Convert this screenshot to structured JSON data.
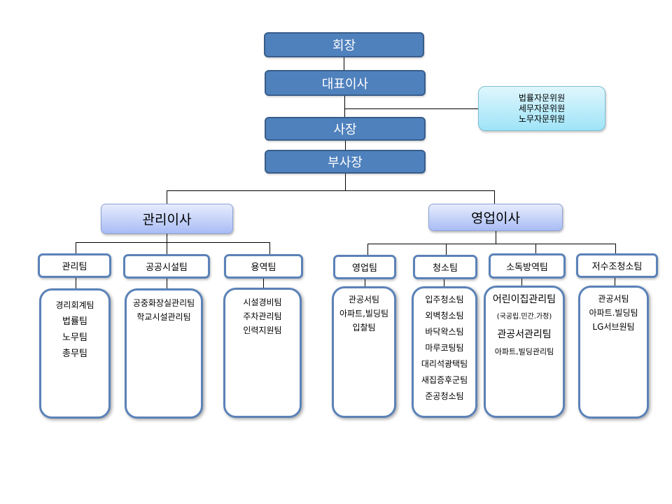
{
  "chart": {
    "executives": {
      "chairman": "회장",
      "ceo": "대표이사",
      "president": "사장",
      "vice_president": "부사장"
    },
    "advisors": [
      "법률자문위원",
      "세무자문위원",
      "노무자문위원"
    ],
    "directors": {
      "management": "관리이사",
      "sales": "영업이사"
    },
    "teams": [
      {
        "name": "관리팀",
        "subteams": [
          "경리회계팀",
          "법률팀",
          "노무팀",
          "총무팀"
        ]
      },
      {
        "name": "공공시설팀",
        "subteams": [
          "공중화장실관리팀",
          "학교시설관리팀"
        ]
      },
      {
        "name": "용역팀",
        "subteams": [
          "시설경비팀",
          "주차관리팀",
          "인력지원팀"
        ]
      },
      {
        "name": "영업팀",
        "subteams": [
          "관공서팀",
          "아파트,빌딩팀",
          "입찰팀"
        ]
      },
      {
        "name": "청소팀",
        "subteams": [
          "입주청소팀",
          "외벽청소팀",
          "바닥왁스팀",
          "마루코팅팀",
          "대리석광택팀",
          "새집증후군팀",
          "준공청소팀"
        ]
      },
      {
        "name": "소독방역팀",
        "subteams": [
          "어린이집관리팀",
          "(국공립.민간.가정)",
          "관공서관리팀",
          "아파트,빌딩관리팀"
        ]
      },
      {
        "name": "저수조청소팀",
        "subteams": [
          "관공서팀",
          "아파트.빌딩팀",
          "LG서브원팀"
        ]
      }
    ],
    "colors": {
      "executive_fill": "#4f81bd",
      "executive_border": "#385d8a",
      "director_fill": "#c5d3f8",
      "advisor_fill": "#bfeefb",
      "team_border": "#5b82b8"
    }
  }
}
